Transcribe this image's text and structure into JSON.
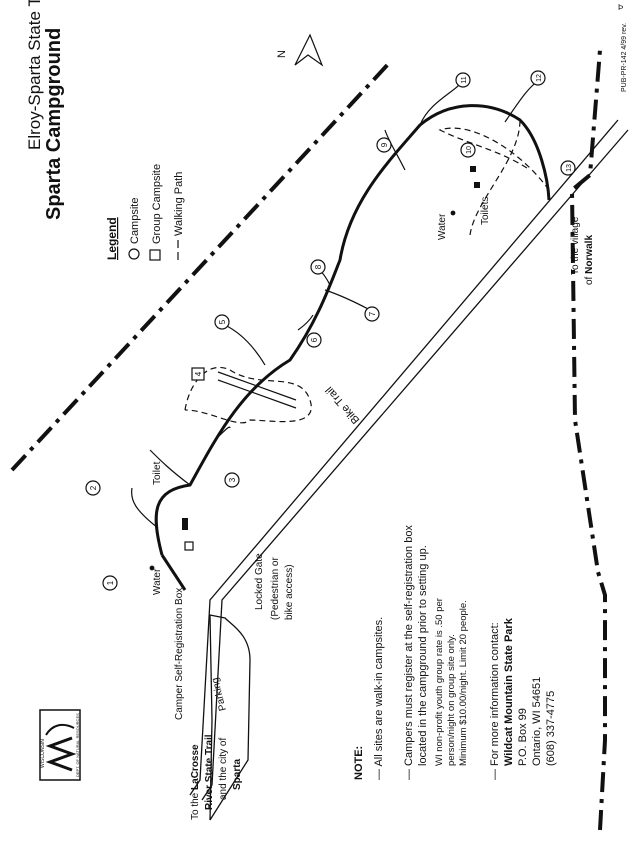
{
  "code": "PUB-PR-142 4/99 rev.",
  "title": "Elroy-Sparta State Trail",
  "subtitle": "Sparta Campground",
  "north": "N",
  "legend": {
    "heading": "Legend",
    "campsite": "Campsite",
    "group": "Group Campsite",
    "path": "Walking Path"
  },
  "sites": [
    "1",
    "2",
    "3",
    "4",
    "5",
    "6",
    "7",
    "8",
    "9",
    "10",
    "11",
    "12",
    "13"
  ],
  "labels": {
    "water": "Water",
    "toilet": "Toilet",
    "toilets": "Toilets",
    "biketrail": "Bike Trail",
    "parking": "Parking",
    "regbox": "Camper Self-Registration Box",
    "gate1": "Locked Gate",
    "gate2": "(Pedestrian or",
    "gate3": "bike access)",
    "norwalk1": "To the village",
    "norwalk2": "of",
    "norwalk3": "Norwalk",
    "sparta1": "To the",
    "sparta1b": "LaCrosse",
    "sparta2": "River State Trail",
    "sparta3": "and the city of",
    "sparta4": "Sparta"
  },
  "notes": {
    "heading": "NOTE:",
    "n1": "All sites are walk-in campsites.",
    "n2a": "Campers must register at the self-registration box",
    "n2b": "located in the campground prior to setting up.",
    "n2c": "WI non-profit youth group rate is .50 per",
    "n2d": "person/night on group site only.",
    "n2e": "Minimum $10.00/night. Limit 20 people.",
    "n3": "For more information contact:",
    "park": "Wildcat Mountain State Park",
    "box": "P.O. Box 99",
    "city": "Ontario, WI   54651",
    "phone": "(608) 337-4775"
  },
  "logo": {
    "l1": "WISCONSIN",
    "l2": "DEPT. OF NATURAL RESOURCES"
  }
}
